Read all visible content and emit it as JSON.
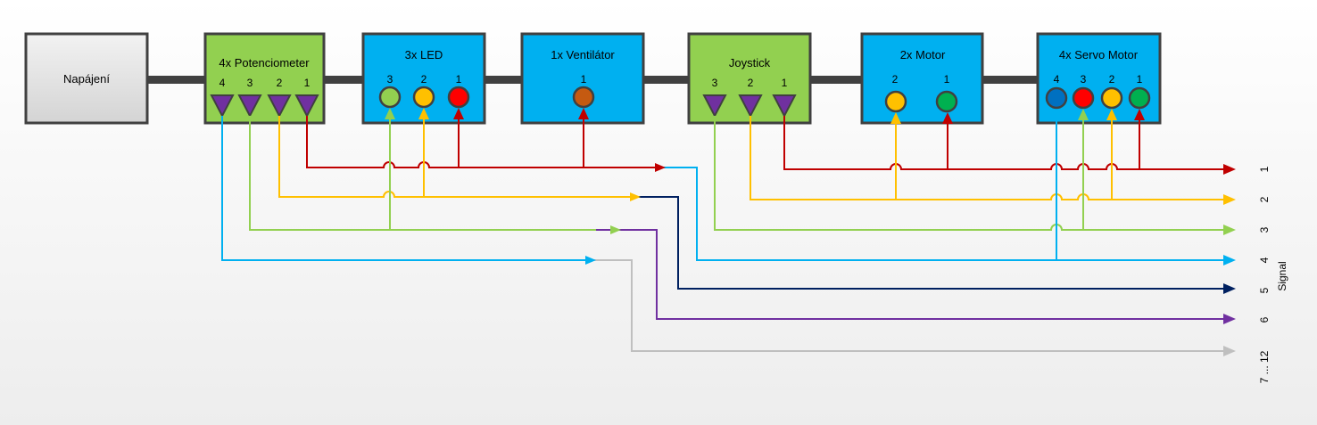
{
  "modules": [
    {
      "id": "power",
      "title": "Napájení",
      "fill": "#e3e3e3",
      "pins": []
    },
    {
      "id": "pot",
      "title": "4x Potenciometer",
      "fill": "#92d050",
      "pins": [
        {
          "label": "4",
          "kind": "out",
          "color": "#7030a0"
        },
        {
          "label": "3",
          "kind": "out",
          "color": "#7030a0"
        },
        {
          "label": "2",
          "kind": "out",
          "color": "#7030a0"
        },
        {
          "label": "1",
          "kind": "out",
          "color": "#7030a0"
        }
      ]
    },
    {
      "id": "led",
      "title": "3x LED",
      "fill": "#00b0f0",
      "pins": [
        {
          "label": "3",
          "kind": "in",
          "color": "#92d050"
        },
        {
          "label": "2",
          "kind": "in",
          "color": "#ffc000"
        },
        {
          "label": "1",
          "kind": "in",
          "color": "#ff0000"
        }
      ]
    },
    {
      "id": "fan",
      "title": "1x Ventilátor",
      "fill": "#00b0f0",
      "pins": [
        {
          "label": "1",
          "kind": "in",
          "color": "#c55a11"
        }
      ]
    },
    {
      "id": "joy",
      "title": "Joystick",
      "fill": "#92d050",
      "pins": [
        {
          "label": "3",
          "kind": "out",
          "color": "#7030a0"
        },
        {
          "label": "2",
          "kind": "out",
          "color": "#7030a0"
        },
        {
          "label": "1",
          "kind": "out",
          "color": "#7030a0"
        }
      ]
    },
    {
      "id": "motor",
      "title": "2x Motor",
      "fill": "#00b0f0",
      "pins": [
        {
          "label": "2",
          "kind": "in",
          "color": "#ffc000"
        },
        {
          "label": "1",
          "kind": "in",
          "color": "#00b050"
        }
      ]
    },
    {
      "id": "servo",
      "title": "4x Servo Motor",
      "fill": "#00b0f0",
      "pins": [
        {
          "label": "4",
          "kind": "in",
          "color": "#0070c0"
        },
        {
          "label": "3",
          "kind": "in",
          "color": "#ff0000"
        },
        {
          "label": "2",
          "kind": "in",
          "color": "#ffc000"
        },
        {
          "label": "1",
          "kind": "in",
          "color": "#00b050"
        }
      ]
    }
  ],
  "bus": [
    {
      "label": "1",
      "color": "#c00000"
    },
    {
      "label": "2",
      "color": "#ffc000"
    },
    {
      "label": "3",
      "color": "#92d050"
    },
    {
      "label": "4",
      "color": "#00b0f0"
    },
    {
      "label": "5",
      "color": "#002060"
    },
    {
      "label": "6",
      "color": "#7030a0"
    },
    {
      "label": "7 ... 12",
      "color": "#bfbfbf"
    }
  ],
  "bus_title": "Signal",
  "colors": {
    "border": "#404040",
    "connector": "#404040"
  }
}
